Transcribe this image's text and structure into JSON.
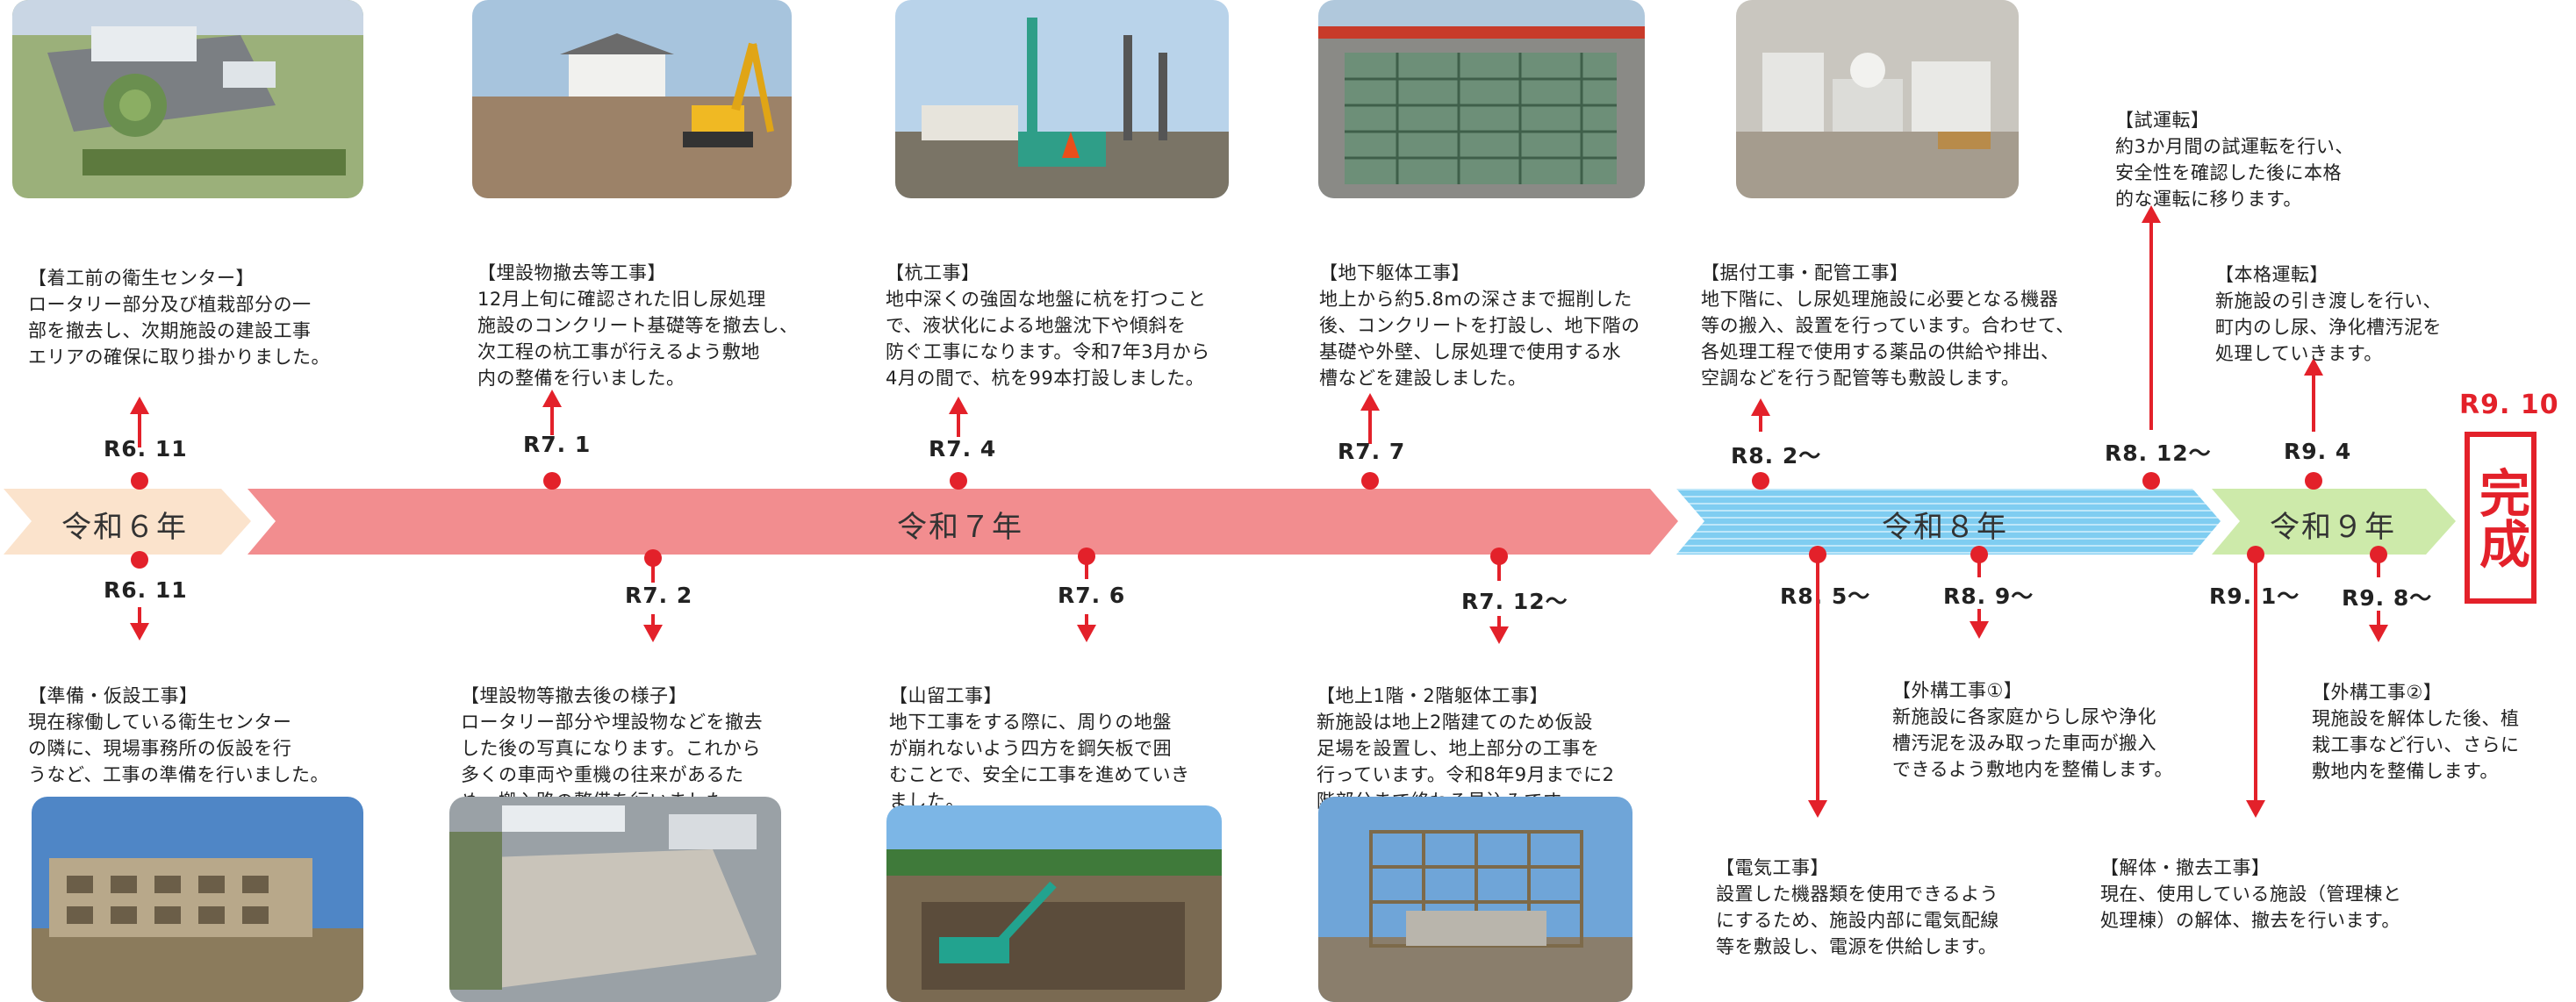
{
  "years": {
    "r6": "令和６年",
    "r7": "令和７年",
    "r8": "令和８年",
    "r9": "令和９年"
  },
  "completion": {
    "date": "R9. 10",
    "label": "完成"
  },
  "colors": {
    "r6": "#fbe3cc",
    "r7": "#f28d8f",
    "r8": "#8dd3f3",
    "r9": "#cdeaaa",
    "accent": "#e3212a"
  },
  "milestones_top": [
    {
      "date": "R6. 11",
      "title": "【着工前の衛生センター】",
      "text": "ロータリー部分及び植栽部分の一\n部を撤去し、次期施設の建設工事\nエリアの確保に取り掛かりました。"
    },
    {
      "date": "R7. 1",
      "title": "【埋設物撤去等工事】",
      "text": "12月上旬に確認された旧し尿処理\n施設のコンクリート基礎等を撤去し、\n次工程の杭工事が行えるよう敷地\n内の整備を行いました。"
    },
    {
      "date": "R7. 4",
      "title": "【杭工事】",
      "text": "地中深くの強固な地盤に杭を打つこと\nで、液状化による地盤沈下や傾斜を\n防ぐ工事になります。令和7年3月から\n4月の間で、杭を99本打設しました。"
    },
    {
      "date": "R7. 7",
      "title": "【地下躯体工事】",
      "text": "地上から約5.8mの深さまで掘削した\n後、コンクリートを打設し、地下階の\n基礎や外壁、し尿処理で使用する水\n槽などを建設しました。"
    },
    {
      "date": "R8. 2～",
      "title": "【据付工事・配管工事】",
      "text": "地下階に、し尿処理施設に必要となる機器\n等の搬入、設置を行っています。合わせて、\n各処理工程で使用する薬品の供給や排出、\n空調などを行う配管等も敷設します。"
    },
    {
      "date": "R8. 12～",
      "title": "【試運転】",
      "text": "約3か月間の試運転を行い、\n安全性を確認した後に本格\n的な運転に移ります。"
    },
    {
      "date": "R9. 4",
      "title": "【本格運転】",
      "text": "新施設の引き渡しを行い、\n町内のし尿、浄化槽汚泥を\n処理していきます。"
    }
  ],
  "milestones_bottom": [
    {
      "date": "R6. 11",
      "title": "【準備・仮設工事】",
      "text": "現在稼働している衛生センター\nの隣に、現場事務所の仮設を行\nうなど、工事の準備を行いました。"
    },
    {
      "date": "R7. 2",
      "title": "【埋設物等撤去後の様子】",
      "text": "ロータリー部分や埋設物などを撤去\nした後の写真になります。これから\n多くの車両や重機の往来があるた\nめ、搬入路の整備を行いました。"
    },
    {
      "date": "R7. 6",
      "title": "【山留工事】",
      "text": "地下工事をする際に、周りの地盤\nが崩れないよう四方を鋼矢板で囲\nむことで、安全に工事を進めていき\nました。"
    },
    {
      "date": "R7. 12～",
      "title": "【地上1階・2階躯体工事】",
      "text": "新施設は地上2階建てのため仮設\n足場を設置し、地上部分の工事を\n行っています。令和8年9月までに2\n階部分まで終わる見込みです。"
    },
    {
      "date": "R8. 5～",
      "title": "【電気工事】",
      "text": "設置した機器類を使用できるよう\nにするため、施設内部に電気配線\n等を敷設し、電源を供給します。"
    },
    {
      "date": "R8. 9～",
      "title": "【外構工事①】",
      "text": "新施設に各家庭からし尿や浄化\n槽汚泥を汲み取った車両が搬入\nできるよう敷地内を整備します。"
    },
    {
      "date": "R9. 1～",
      "title": "【解体・撤去工事】",
      "text": "現在、使用している施設（管理棟と\n処理棟）の解体、撤去を行います。"
    },
    {
      "date": "R9. 8～",
      "title": "【外構工事②】",
      "text": "現施設を解体した後、植\n栽工事など行い、さらに\n敷地内を整備します。"
    }
  ],
  "photos": [
    {
      "icon": "aerial-facility-photo"
    },
    {
      "icon": "excavator-demolition-photo"
    },
    {
      "icon": "pile-driver-photo"
    },
    {
      "icon": "underground-structure-photo"
    },
    {
      "icon": "equipment-installation-photo"
    },
    {
      "icon": "temporary-office-photo"
    },
    {
      "icon": "cleared-site-photo"
    },
    {
      "icon": "retaining-wall-excavation-photo"
    },
    {
      "icon": "scaffolding-construction-photo"
    }
  ]
}
